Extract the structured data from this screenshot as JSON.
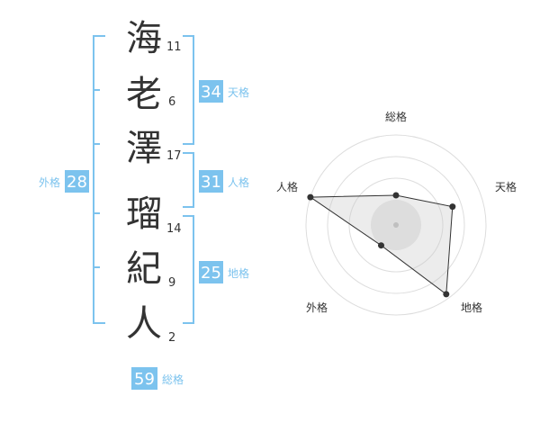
{
  "name_chars": [
    {
      "char": "海",
      "strokes": "11"
    },
    {
      "char": "老",
      "strokes": "6"
    },
    {
      "char": "澤",
      "strokes": "17"
    },
    {
      "char": "瑠",
      "strokes": "14"
    },
    {
      "char": "紀",
      "strokes": "9"
    },
    {
      "char": "人",
      "strokes": "2"
    }
  ],
  "fortunes": {
    "tenkaku": {
      "value": "34",
      "label": "天格"
    },
    "jinkaku": {
      "value": "31",
      "label": "人格"
    },
    "chikaku": {
      "value": "25",
      "label": "地格"
    },
    "gaikaku": {
      "value": "28",
      "label": "外格"
    },
    "soukaku": {
      "value": "59",
      "label": "総格"
    }
  },
  "colors": {
    "accent": "#7cc3ee",
    "text": "#333333"
  },
  "chart_data": {
    "type": "radar",
    "axes": [
      "総格",
      "天格",
      "地格",
      "外格",
      "人格"
    ],
    "values": [
      0.33,
      0.66,
      0.95,
      0.28,
      1.0
    ]
  }
}
